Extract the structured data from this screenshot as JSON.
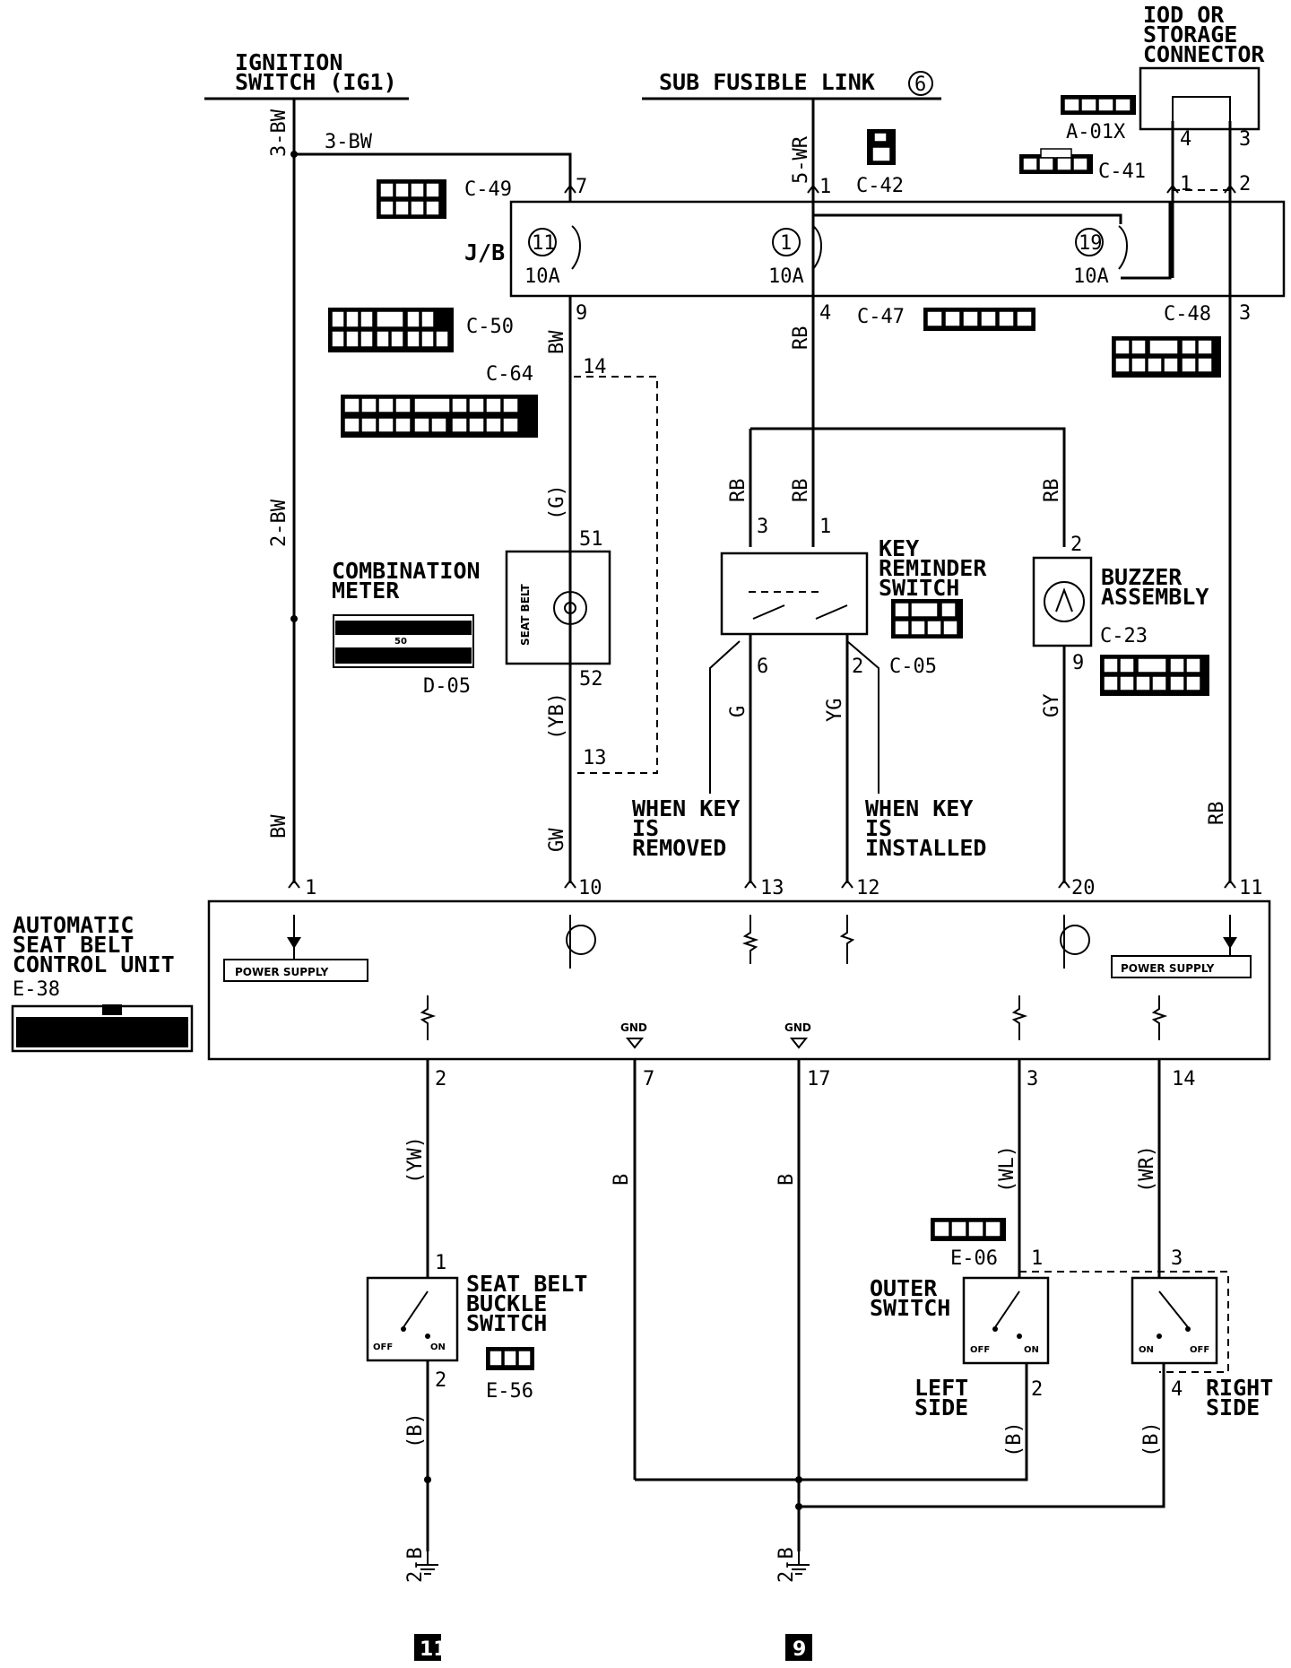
{
  "sources": {
    "ignition": [
      "IGNITION",
      "SWITCH (IG1)"
    ],
    "fusible": "SUB FUSIBLE LINK",
    "fusible_num": "6",
    "iod": [
      "IOD OR",
      "STORAGE",
      "CONNECTOR"
    ]
  },
  "connectors": {
    "a01x": "A-01X",
    "c41": "C-41",
    "c42": "C-42",
    "c49": "C-49",
    "c50": "C-50",
    "c47": "C-47",
    "c48": "C-48",
    "c64": "C-64",
    "d05": "D-05",
    "c05": "C-05",
    "c23": "C-23",
    "e38": "E-38",
    "e06": "E-06",
    "e56": "E-56"
  },
  "components": {
    "jb": "J/B",
    "fuses": [
      {
        "num": "11",
        "rating": "10A"
      },
      {
        "num": "1",
        "rating": "10A"
      },
      {
        "num": "19",
        "rating": "10A"
      }
    ],
    "meter": [
      "COMBINATION",
      "METER"
    ],
    "meter_lamp": "SEAT BELT",
    "key_switch": [
      "KEY",
      "REMINDER",
      "SWITCH"
    ],
    "buzzer": [
      "BUZZER",
      "ASSEMBLY"
    ],
    "control_unit": [
      "AUTOMATIC",
      "SEAT BELT",
      "CONTROL UNIT"
    ],
    "power_supply": "POWER SUPPLY",
    "gnd": "GND",
    "buckle_switch": [
      "SEAT BELT",
      "BUCKLE",
      "SWITCH"
    ],
    "outer_switch": [
      "OUTER",
      "SWITCH"
    ],
    "left_side": [
      "LEFT",
      "SIDE"
    ],
    "right_side": [
      "RIGHT",
      "SIDE"
    ],
    "off": "OFF",
    "on": "ON",
    "key_removed": [
      "WHEN KEY",
      "IS",
      "REMOVED"
    ],
    "key_installed": [
      "WHEN KEY",
      "IS",
      "INSTALLED"
    ]
  },
  "wires": {
    "bw3": "3-BW",
    "bw2": "2-BW",
    "bw": "BW",
    "wr5": "5-WR",
    "rb": "RB",
    "g_p": "(G)",
    "yb_p": "(YB)",
    "gw": "GW",
    "g": "G",
    "yg": "YG",
    "gy": "GY",
    "yw_p": "(YW)",
    "b_p": "(B)",
    "b": "B",
    "wl_p": "(WL)",
    "wr_p": "(WR)",
    "b2": "2-B"
  },
  "pins": {
    "p7": "7",
    "p9": "9",
    "p14": "14",
    "p13": "13",
    "p51": "51",
    "p52": "52",
    "p1": "1",
    "p4": "4",
    "p3": "3",
    "p2": "2",
    "p6": "6",
    "p10": "10",
    "p11": "11",
    "p12": "12",
    "p20": "20",
    "p17": "17",
    "p50": "50"
  },
  "grounds": [
    "11",
    "9"
  ]
}
